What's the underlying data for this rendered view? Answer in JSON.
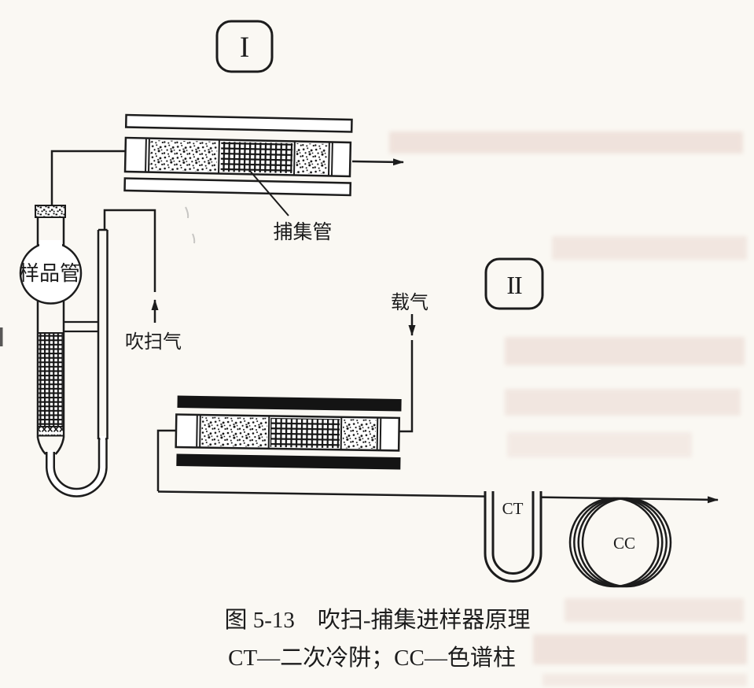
{
  "figure": {
    "stage_badges": {
      "one": "I",
      "two": "II"
    },
    "labels": {
      "sample_tube": "样品管",
      "purge_gas": "吹扫气",
      "trap_tube": "捕集管",
      "carrier_gas": "载气",
      "cold_trap_abbr": "CT",
      "column_abbr": "CC"
    },
    "caption": {
      "line1": "图 5-13　吹扫-捕集进样器原理",
      "line2": "CT—二次冷阱；CC—色谱柱"
    },
    "colors": {
      "ink": "#1c1c1c",
      "paper": "#faf8f3",
      "ghost": "#c58e82"
    }
  }
}
